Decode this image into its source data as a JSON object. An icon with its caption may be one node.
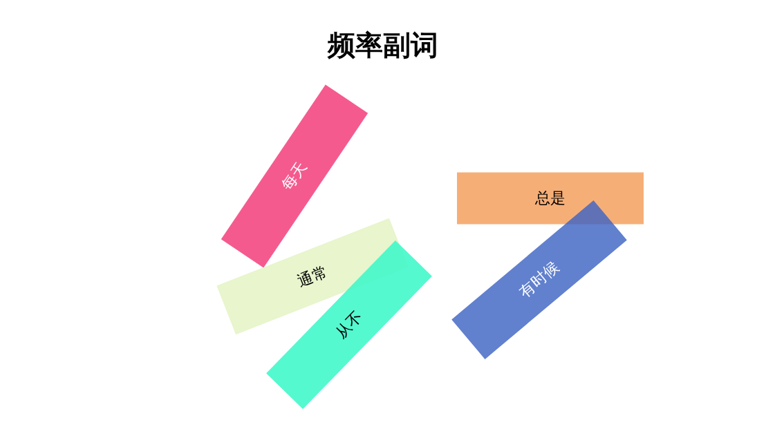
{
  "diagram": {
    "title": "频率副词",
    "nodes": [
      {
        "text": [
          "每天"
        ]
      },
      {
        "text": [
          "总是"
        ]
      },
      {
        "text": [
          "通常"
        ]
      },
      {
        "text": [
          "有时候"
        ]
      },
      {
        "text": [
          "从不"
        ]
      }
    ]
  }
}
